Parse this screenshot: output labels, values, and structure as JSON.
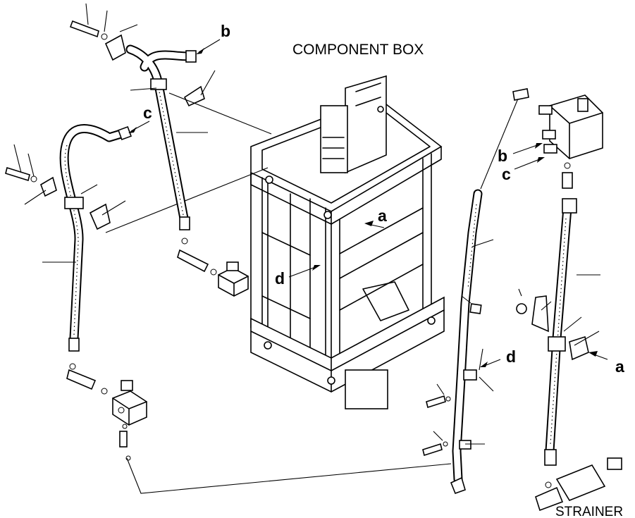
{
  "diagram": {
    "title": "COMPONENT BOX",
    "callouts": {
      "b_top": "b",
      "c_left": "c",
      "b_right": "b",
      "c_right": "c",
      "a_box": "a",
      "d_box": "d",
      "d_right": "d",
      "a_right": "a"
    },
    "strainer_label": "STRAINER"
  }
}
